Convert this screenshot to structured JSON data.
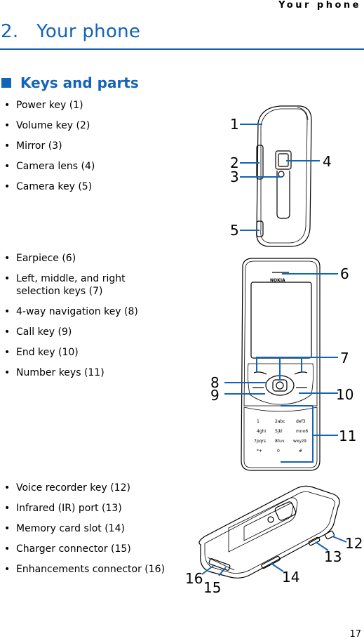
{
  "running_head": "Your phone",
  "chapter_title": "2.   Your phone",
  "section_title": "Keys and parts",
  "list_1": [
    "Power key (1)",
    "Volume key (2)",
    "Mirror (3)",
    "Camera lens (4)",
    "Camera key (5)"
  ],
  "list_2": [
    "Earpiece (6)",
    "Left, middle, and right selection keys (7)",
    "4-way navigation key (8)",
    "Call key (9)",
    "End key (10)",
    "Number keys (11)"
  ],
  "list_3": [
    "Voice recorder key (12)",
    "Infrared (IR) port (13)",
    "Memory card slot (14)",
    "Charger connector (15)",
    "Enhancements connector (16)"
  ],
  "figure_1_callouts": [
    "1",
    "2",
    "3",
    "4",
    "5"
  ],
  "figure_2_callouts": [
    "6",
    "7",
    "8",
    "9",
    "10",
    "11"
  ],
  "figure_3_callouts": [
    "12",
    "13",
    "14",
    "15",
    "16"
  ],
  "brand_logo": "NOKIA",
  "keypad_labels": [
    "1",
    "2abc",
    "def3",
    "4ghi",
    "5jkl",
    "mno6",
    "7pqrs",
    "8tuv",
    "wxyz9",
    "*+",
    "0",
    "#"
  ],
  "page_number": "17",
  "colors": {
    "heading": "#1363b6",
    "callout_line": "#1363b6"
  }
}
